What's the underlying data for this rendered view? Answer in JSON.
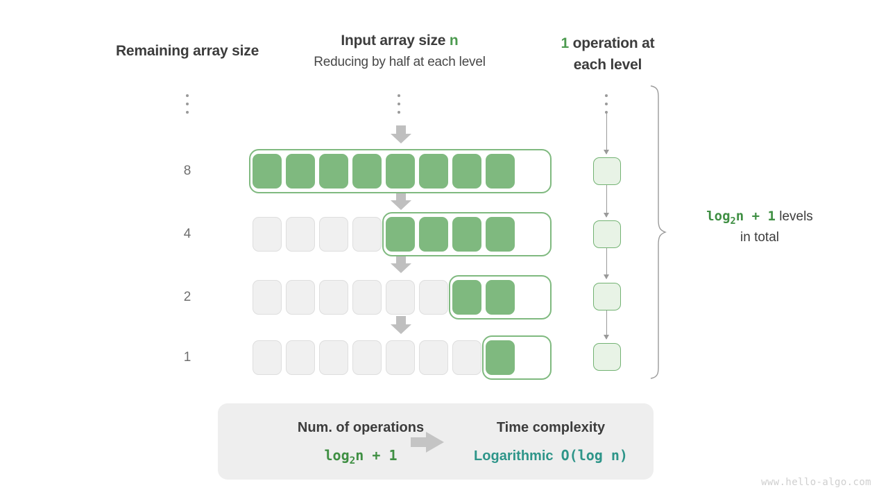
{
  "headers": {
    "left_column": "Remaining array size",
    "center_title_prefix": "Input array size ",
    "center_title_accent": "n",
    "center_subtitle": "Reducing by half at each level",
    "right_title_accent": "1",
    "right_title_rest": " operation at each level"
  },
  "rows": [
    {
      "label": "8",
      "total_cells": 8,
      "green_cells": 8,
      "green_start_index": 0
    },
    {
      "label": "4",
      "total_cells": 8,
      "green_cells": 4,
      "green_start_index": 4
    },
    {
      "label": "2",
      "total_cells": 8,
      "green_cells": 2,
      "green_start_index": 6
    },
    {
      "label": "1",
      "total_cells": 8,
      "green_cells": 1,
      "green_start_index": 7
    }
  ],
  "operations_per_level": 1,
  "levels_caption": {
    "formula_prefix": "log",
    "formula_sub": "2",
    "formula_suffix": "n + 1",
    "text_line1": " levels",
    "text_line2": "in total"
  },
  "summary": {
    "left_title": "Num. of operations",
    "left_formula_prefix": "log",
    "left_formula_sub": "2",
    "left_formula_suffix": "n + 1",
    "arrow_icon": "right-arrow-icon",
    "right_title": "Time complexity",
    "right_value_word": "Logarithmic",
    "right_value_notation": "O(log n)"
  },
  "watermark": "www.hello-algo.com",
  "colors": {
    "green_fill": "#7fb97f",
    "green_accent": "#4c9a4f",
    "green_mono": "#3f8f43",
    "teal": "#2e9589",
    "gray_fill": "#f0f0f0",
    "gray_border": "#dedede",
    "arrow_gray": "#bfbfbf",
    "panel_gray": "#eeeeee",
    "op_fill": "#e8f3e6",
    "op_border": "#72b272"
  }
}
